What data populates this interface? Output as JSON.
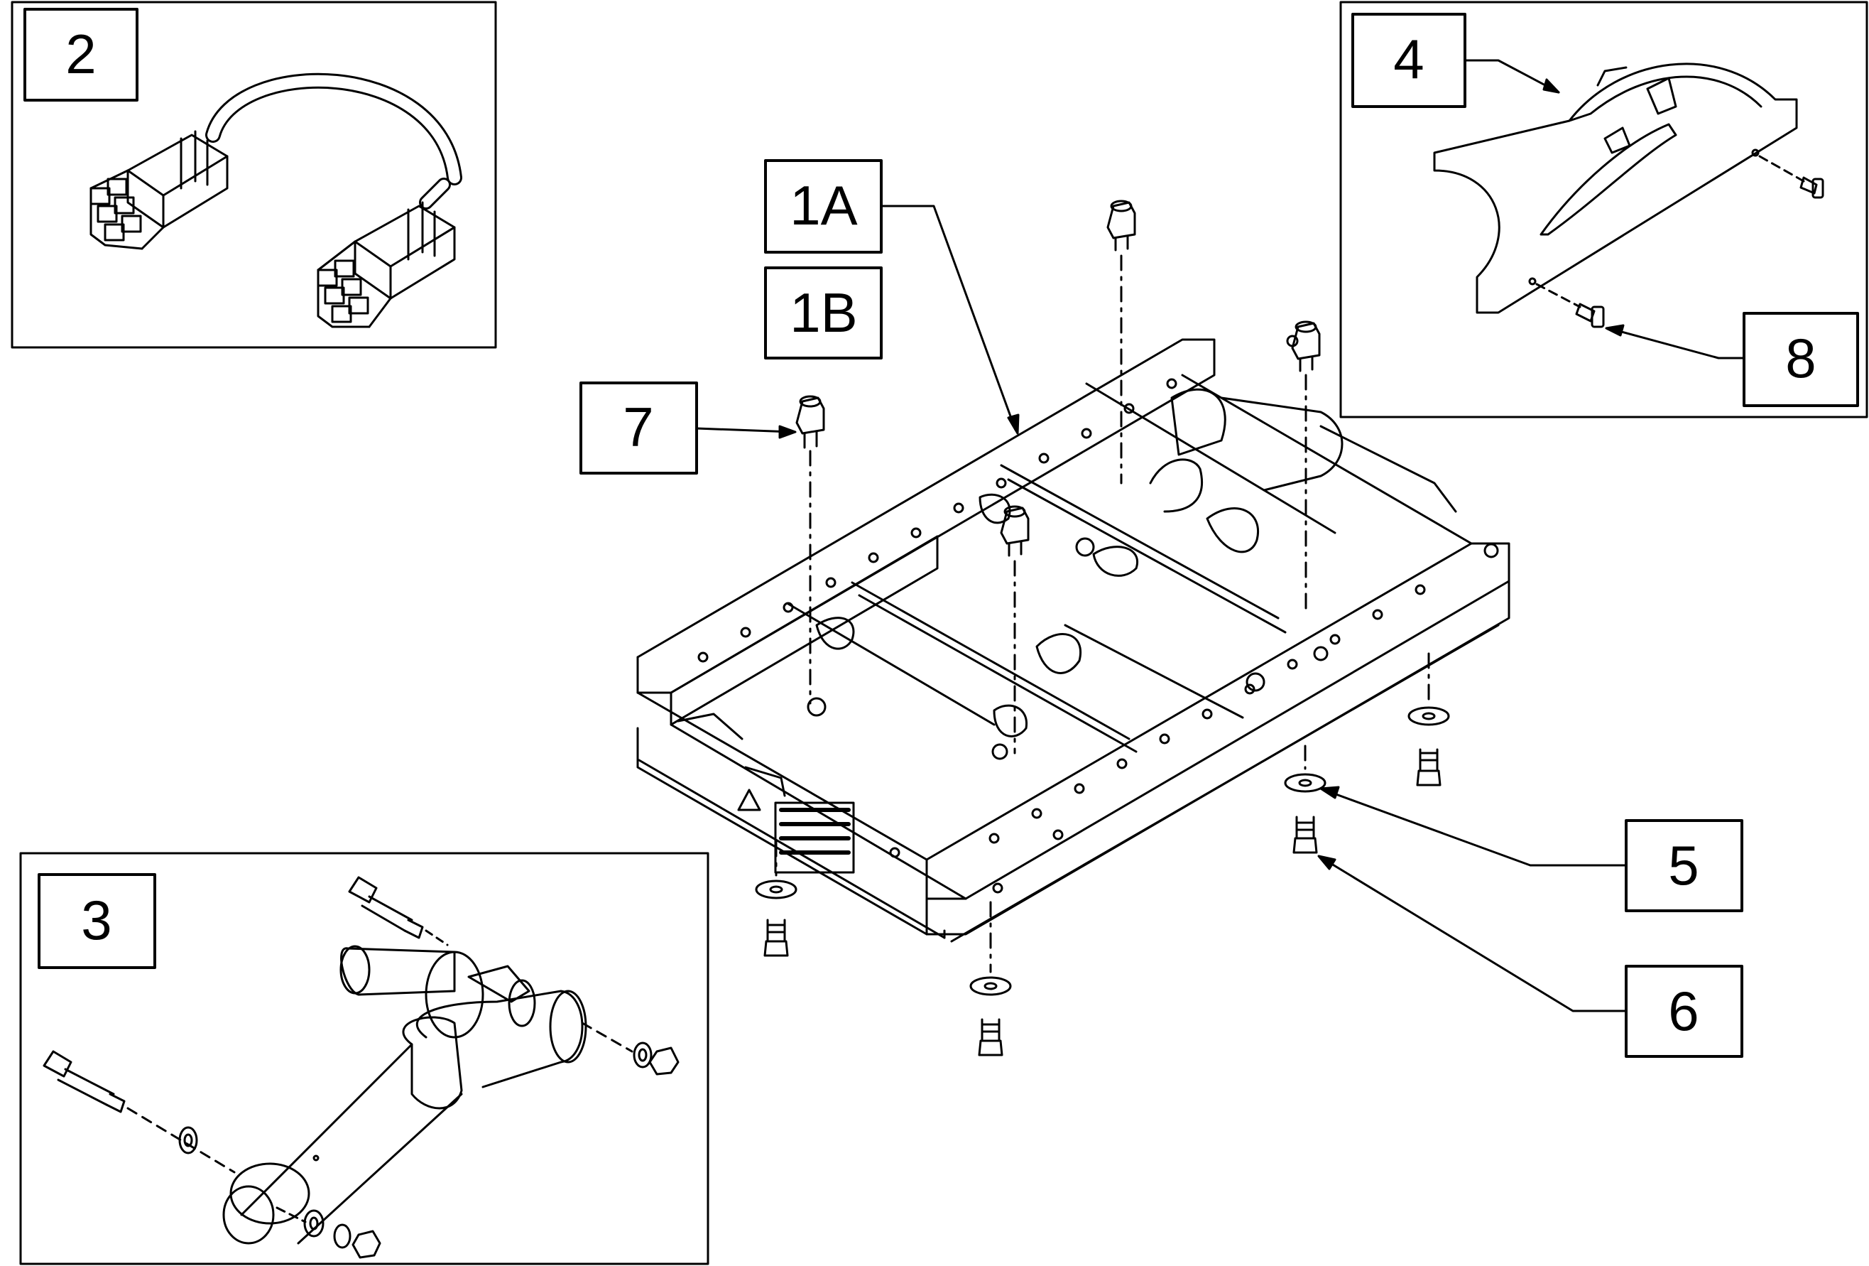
{
  "callouts": {
    "c1a": "1A",
    "c1b": "1B",
    "c2": "2",
    "c3": "3",
    "c4": "4",
    "c5": "5",
    "c6": "6",
    "c7": "7",
    "c8": "8"
  },
  "colors": {
    "line": "#000000",
    "background": "#ffffff"
  }
}
